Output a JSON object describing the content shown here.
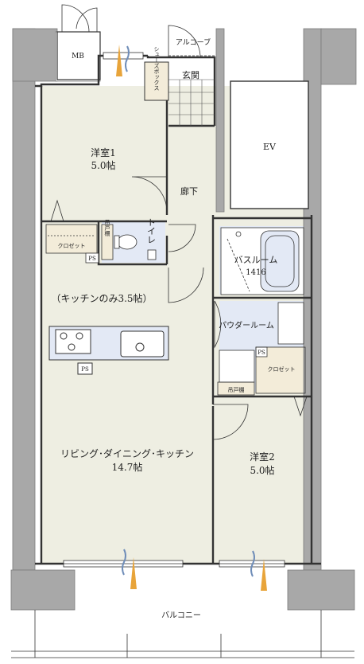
{
  "labels": {
    "mb": "MB",
    "alcove": "アルコーブ",
    "shoebox": "シューズボックス",
    "entrance": "玄関",
    "ev": "EV",
    "western1_name": "洋室1",
    "western1_size": "5.0帖",
    "corridor": "廊下",
    "closet1": "クロゼット",
    "ps1": "PS",
    "hanging_shelf1": "吊戸棚",
    "toilet": "トイレ",
    "bathroom": "バスルーム",
    "bath_size": "1416",
    "kitchen_only": "（キッチンのみ3.5帖）",
    "powder_room": "パウダールーム",
    "ps2": "PS",
    "closet2": "クロゼット",
    "hanging_shelf2": "吊戸棚",
    "ps3": "PS",
    "ldk_name": "リビング･ダイニング･キッチン",
    "ldk_size": "14.7帖",
    "western2_name": "洋室2",
    "western2_size": "5.0帖",
    "balcony": "バルコニー"
  },
  "colors": {
    "wall": "#a8a8a8",
    "wall_stroke": "#7a7a7a",
    "ldk_floor": "#eeeee2",
    "wet_floor": "#e3e9f5",
    "storage_floor": "#f3ecd9",
    "line": "#333333",
    "flame": "#e8a43a",
    "air": "#6f8db8"
  }
}
